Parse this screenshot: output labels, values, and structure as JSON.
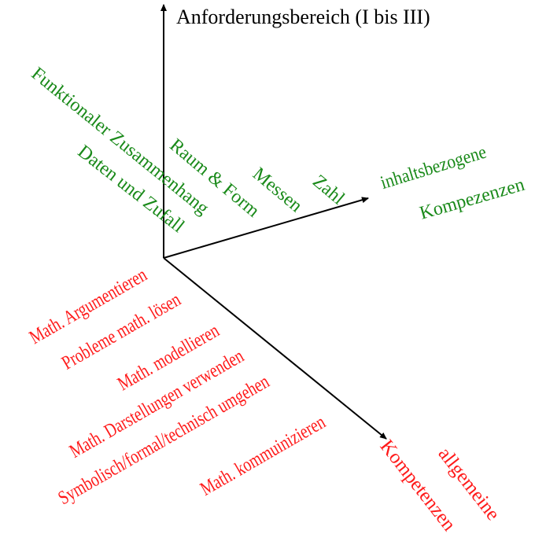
{
  "colors": {
    "axis": "#000000",
    "content": "#1a8a1a",
    "general": "#ff1a1a"
  },
  "vertical_axis": {
    "label": "Anforderungsbereich (I bis III)"
  },
  "content_axis": {
    "label_line1": "inhaltsbezogene",
    "label_line2": "Kompezenzen",
    "items": [
      "Funktionaler Zusammenhang",
      "Daten und Zufall",
      "Raum & Form",
      "Messen",
      "Zahl"
    ]
  },
  "general_axis": {
    "label_line1": "allgemeine",
    "label_line2": "Kompetenzen",
    "items": [
      "Math. Argumentieren",
      "Probleme math. lösen",
      "Math. modellieren",
      "Math. Darstellungen verwenden",
      "Symbolisch/formal/technisch umgehen",
      "Math. kommuinizieren"
    ]
  }
}
